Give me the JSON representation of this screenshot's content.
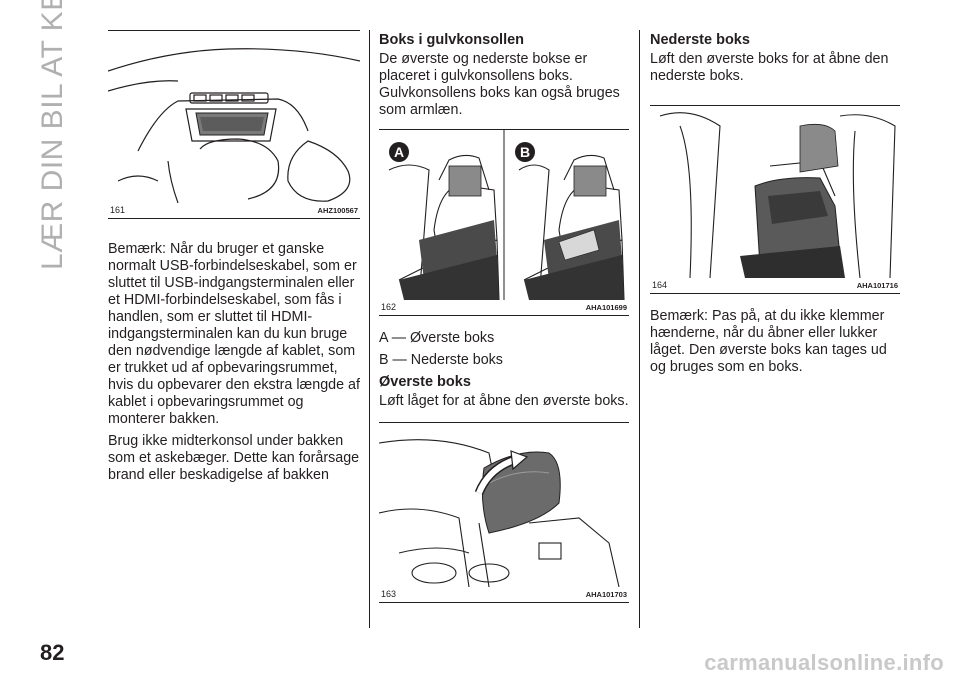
{
  "section_title": "LÆR DIN BIL AT KENDE",
  "page_number": "82",
  "watermark": "carmanualsonline.info",
  "figures": {
    "f161": {
      "number": "161",
      "code": "AHZ100567"
    },
    "f162": {
      "number": "162",
      "code": "AHA101699",
      "label_a": "A",
      "label_b": "B"
    },
    "f163": {
      "number": "163",
      "code": "AHA101703"
    },
    "f164": {
      "number": "164",
      "code": "AHA101716"
    }
  },
  "col1": {
    "note": "Bemærk: Når du bruger et ganske normalt USB-forbindelseskabel, som er sluttet til USB-indgangsterminalen eller et HDMI-forbindelseskabel, som fås i handlen, som er sluttet til HDMI-indgangsterminalen kan du kun bruge den nødvendige længde af kablet, som er trukket ud af opbevaringsrummet, hvis du opbevarer den ekstra længde af kablet i opbevaringsrummet og monterer bakken.",
    "warning": "Brug ikke midterkonsol under bakken som et askebæger. Dette kan forårsage brand eller beskadigelse af bakken"
  },
  "col2": {
    "heading": "Boks i gulvkonsollen",
    "intro": "De øverste og nederste bokse er placeret i gulvkonsollens boks. Gulvkonsollens boks kan også bruges som armlæn.",
    "legend_a": "A — Øverste boks",
    "legend_b": "B — Nederste boks",
    "upper_heading": "Øverste boks",
    "upper_text": "Løft låget for at åbne den øverste boks."
  },
  "col3": {
    "lower_heading": "Nederste boks",
    "lower_text": "Løft den øverste boks for at åbne den nederste boks.",
    "note": "Bemærk: Pas på, at du ikke klemmer hænderne, når du åbner eller lukker låget. Den øverste boks kan tages ud og bruges som en boks."
  },
  "colors": {
    "text": "#231f20",
    "section_title": "#b0b0b0",
    "watermark": "#c9c9c9",
    "badge": "#231f20"
  }
}
